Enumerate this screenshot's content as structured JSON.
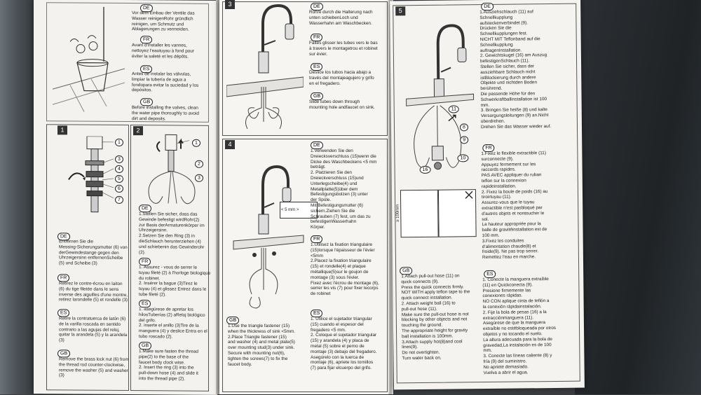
{
  "page1": {
    "top": {
      "de_tag": "DE",
      "de_text": "Vor dem Einbau der Ventile das\nWasser reinigenRohr gründlich\nreinigen, um Schmutz und\nAblagerungen zu vermeiden.",
      "fr_tag": "FR",
      "fr_text": "Avant d'installer les vannes,\nnettoyez l'eautuyau à fond pour\néviter la saleté et les dépôts.",
      "es_tag": "ES",
      "es_text": "Antes de instalar las válvulas,\nlimpiar la tubería de agua a\nfondopara evitar la suciedad y los\ndepósitos.",
      "gb_tag": "GB",
      "gb_text": "Before installing the valves, clean\nthe water pipe thoroughly to avoid\ndirt and deposits."
    },
    "step1": {
      "num": "1",
      "callouts": [
        "1",
        "3",
        "4",
        "5",
        "6",
        "7"
      ],
      "de_tag": "DE",
      "de_text": "Entfernen Sie die\nMessing-Sicherungsmutter (6) von\nderGewindestange gegen den\nUhrzeigersinn entfernenScheibe\n(5) und Scheibe (3)",
      "fr_tag": "FR",
      "fr_text": "Retirez le contre-écrou en laiton\n(6) du tige filetée dans le sens\ninverse des aiguilles d'une montre,\nretirez larondelle (5) et rondelle (3)",
      "es_tag": "ES",
      "es_text": "Retire la contratuerca de latón (6)\nde la varilla roscada en sentido\ncontrario a las agujas del reloj,\nquitar la arandela (5) y la arandela\n(3)",
      "gb_tag": "GB",
      "gb_text": "Remove the brass lock nut (6) from\nthe thread rod counter-clockwise,\nremove the washer (5) and washer\n(3)"
    },
    "step2": {
      "num": "2",
      "callouts": [
        "1",
        "2",
        "3"
      ],
      "de_tag": "DE",
      "de_text": "1.Stellen Sie sicher, dass das\nGewinde befestigt wirdRohr(2)\nzur Basis derArmaturenkörper im\nUhrzeigersinn.\n2.Setzen Sie den Ring (3) in\ndieSchlauch herunterziehen (4)\nund schiebenin das Gewinderohr\n(2).",
      "fr_tag": "FR",
      "fr_text": "1. Assurez - vous de serrer le\ntuyau fileté (2) à l'horloge biologique\ndu robinet.\n2. Insérer la bague (3)Tirez le\ntuyau (4) et glissez Entrez dans le\ntube fileté (2).",
      "es_tag": "ES",
      "es_text": "1. asegúrese de apretar los\nhilosTuberías (2) aReloj biológico\ndel grifo.\n2. inserte el anillo (3)Tire de la\nmanguera (4) y deslice Entra en el\ntubo roscado (2).",
      "gb_tag": "GB",
      "gb_text": "1.Make sure fasten the thread\npipe(2) to the base of the\nfaucet body clock wise.\n2. Insert the ring (3) into the\npull-down hose (4) and slide it\ninto the thread pipe (2)."
    }
  },
  "page2": {
    "step3": {
      "num": "3",
      "de_tag": "DE",
      "de_text": "Rohre durch die Halterung nach\nunten schiebenLoch und\nWasserhahn am Waschbecken.",
      "fr_tag": "FR",
      "fr_text": "Faites glisser les tubes vers le bas\nà travers le montagetrou et robinet\nsur évier.",
      "es_tag": "ES",
      "es_text": "Deslice los tubos hacia abajo a\ntravés del montajeagujero y grifo\nen el fregadero.",
      "gb_tag": "GB",
      "gb_text": "Slide tubes down through\nmounting hole andfaucet on sink."
    },
    "step4": {
      "num": "4",
      "inset_label": "< 5 mm >",
      "de_tag": "DE",
      "de_text": "1.Verwenden Sie den\nDreiecksverschluss (15)wenn die\nDicke des Waschbeckens <5 mm\nbeträgt.\n2. Platzieren Sie den\nDreieckverschluss (15)und\nUnterlegscheibe(4) und\nMetallplatte(5)über dem\nBefestigungsbolzen (3) unter\nder Spüle.\nMit Befestigungsmutter (6)\nsichern.Ziehen Sie die\nSchrauben (7) fest, um das zu\nbefestigenWasserhahn\nKörper.",
      "fr_tag": "FR",
      "fr_text": "1.Utilisez la fixation triangulaire\n(15)lorsque l'épaisseur de l'évier\n<5mm\n2.Placez la fixation triangulaire\n(15) et rondelle(4) et plaque\nmétallique(5)sur le goujon de\nmontage (3) sous l'évier.\nFixez avec l'écrou de montage (6),\nserrer les vis (7) pour fixer lecorps\nde robinet",
      "es_tag": "ES",
      "es_text": "1. Utilice el sujetador triangular\n(15) cuando el espesor del\nfregadero <5 mm.\n2. Coloque el sujetador triangular\n(15) y arandela (4) y placa de\nmetal (5) sobre el perno de\nmontaje (3) debajo del fregadero.\nAsegúrelo con la tuerca de\nmontaje (6), apriete los tornillos\n(7) para fijar elcuerpo del grifo.",
      "gb_tag": "GB",
      "gb_text": "1.Use the triangle fastener (15)\nwhen the thickness of sink <5mm.\n2.Place Triangle fastener (15)\nand washer (4) and metal plate(5)\nover mounting stud(3) under sink.\nSecure with mounting nut(6),\ntighten the screws(7) to fix the\nfaucet body."
    }
  },
  "page3": {
    "step5": {
      "num": "5",
      "callouts": [
        "11",
        "8",
        "9",
        "10",
        "16"
      ],
      "inset_label": "≥ 100mm",
      "de_tag": "DE",
      "de_text": "1.Ausziehschlauch (11) auf\nSchnellkupplung\naufsteckenverbindet (9).\nDrücken Sie die\nSchnellkupplungen fest.\nNICHT MIT Teflonband auf die\nSchnellkupplung\nauftragenInstallation.\n2. Gewichtskugel (16) am Auszug\nbefestigenSchlauch (11).\nStellen Sie sicher, dass der\nausziehbare Schlauch nicht\nistBlockierung durch andere\nObjekte und nichtden Boden\nberührend.\nDie passende Höhe für den\nSchwerkraftballinstallation ist 100\nmm.\n3. Bringen Sie heiße (8) und kalte\nVersorgungsleitungen (9) an.Nicht\nüberdrehen.\nDrehen Sie das Wasser wieder auf.",
      "fr_tag": "FR",
      "fr_text": "1.Fixez le flexible extractible (11)\nsurconnecte (9).\nAppuyez fermement sur les\nraccords rapides.\nPAS AVEC appliquer du ruban\nteflon sur la connexion\nrapideinstallation.\n2. Fixez la boule de poids (16) au\ntiroirtuyau (11).\nAssurez-vous que le tuyau\nextractible n'est pasbloqué par\nd'autres objets et nontoucher le\nsol.\nLa hauteur appropriée pour la\nballe de gravitéinstallation est de\n100 mm.\n3.Fixez les conduites\nd'alimentation chaude(8) et\nfroide(9). Ne pas trop serrer.\nRemettez l'eau en marche.",
      "gb_tag": "GB",
      "gb_text": "1.Attach pull-out hose (11) on\nquick connects (9).\nPress the quick connects firmly.\nNOT WITH apply teflon tape to the\nquick connect installation.\n2. Attach weight ball (16) to\npull-out hose (11).\nMake sure the pull-out hose is not\nblocking by other objects and not\ntouching the ground.\nThe appropriate height for gravity\nball installation is 100mm.\n3.Attach supply hot(8)and cool\nlines(9).\nDo not overtighten.\nTurn water back on.",
      "es_tag": "ES",
      "es_text": "1. Conecte la manguera extraíble\n(11) en Quickconecta (9).\nPresione firmemente las\nconexiones rápidas.\nNO CON aplique cinta de teflón a\nla conexión rápidainstalación.\n2. Fije la bola de pesas (16) a la\nextracciónmanguera (11).\nAsegúrese de que la manguera\nextraíble no estébloqueada por otros\nobjetos y no tocando el suelo.\nLa altura adecuada para la bola de\ngravedad,La instalación es de 100\nmm.\n3. Conecte las líneas caliente (8) y\nfría (9) del suministro.\nNo apriete demasiado.\nVuelva a abrir el agua."
    }
  }
}
